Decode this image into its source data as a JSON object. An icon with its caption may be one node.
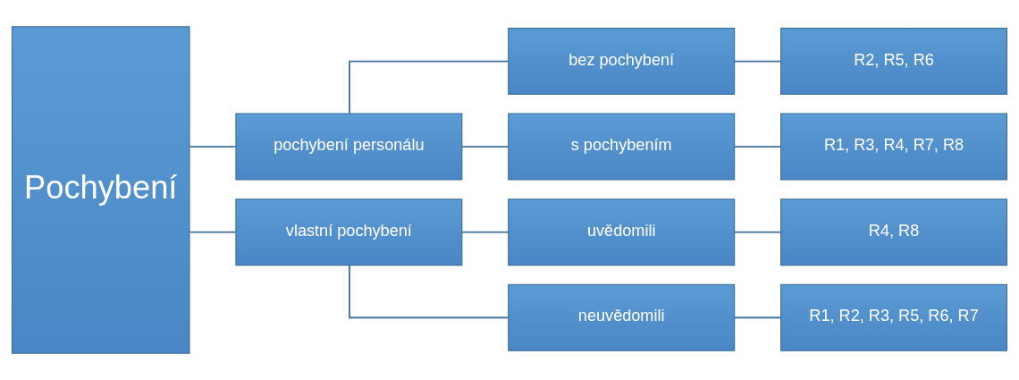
{
  "diagram": {
    "nodes": [
      {
        "text": [
          "Pochybení"
        ]
      },
      {
        "text": [
          "pochybení personálu"
        ]
      },
      {
        "text": [
          "vlastní pochybení"
        ]
      },
      {
        "text": [
          "bez pochybení"
        ]
      },
      {
        "text": [
          "s pochybením"
        ]
      },
      {
        "text": [
          "uvědomili"
        ]
      },
      {
        "text": [
          "neuvědomili"
        ]
      },
      {
        "text": [
          "R2, R5, R6"
        ]
      },
      {
        "text": [
          "R1, R3, R4, R7, R8"
        ]
      },
      {
        "text": [
          "R4, R8"
        ]
      },
      {
        "text": [
          "R1, R2, R3, R5, R6, R7"
        ]
      }
    ],
    "edges": [
      {
        "from": 0,
        "to": 1,
        "arrow": "none"
      },
      {
        "from": 0,
        "to": 2,
        "arrow": "none"
      },
      {
        "from": 1,
        "to": 3,
        "arrow": "none"
      },
      {
        "from": 1,
        "to": 4,
        "arrow": "none"
      },
      {
        "from": 2,
        "to": 5,
        "arrow": "none"
      },
      {
        "from": 2,
        "to": 6,
        "arrow": "none"
      },
      {
        "from": 3,
        "to": 7,
        "arrow": "none"
      },
      {
        "from": 4,
        "to": 8,
        "arrow": "none"
      },
      {
        "from": 5,
        "to": 9,
        "arrow": "none"
      },
      {
        "from": 6,
        "to": 10,
        "arrow": "none"
      }
    ]
  }
}
